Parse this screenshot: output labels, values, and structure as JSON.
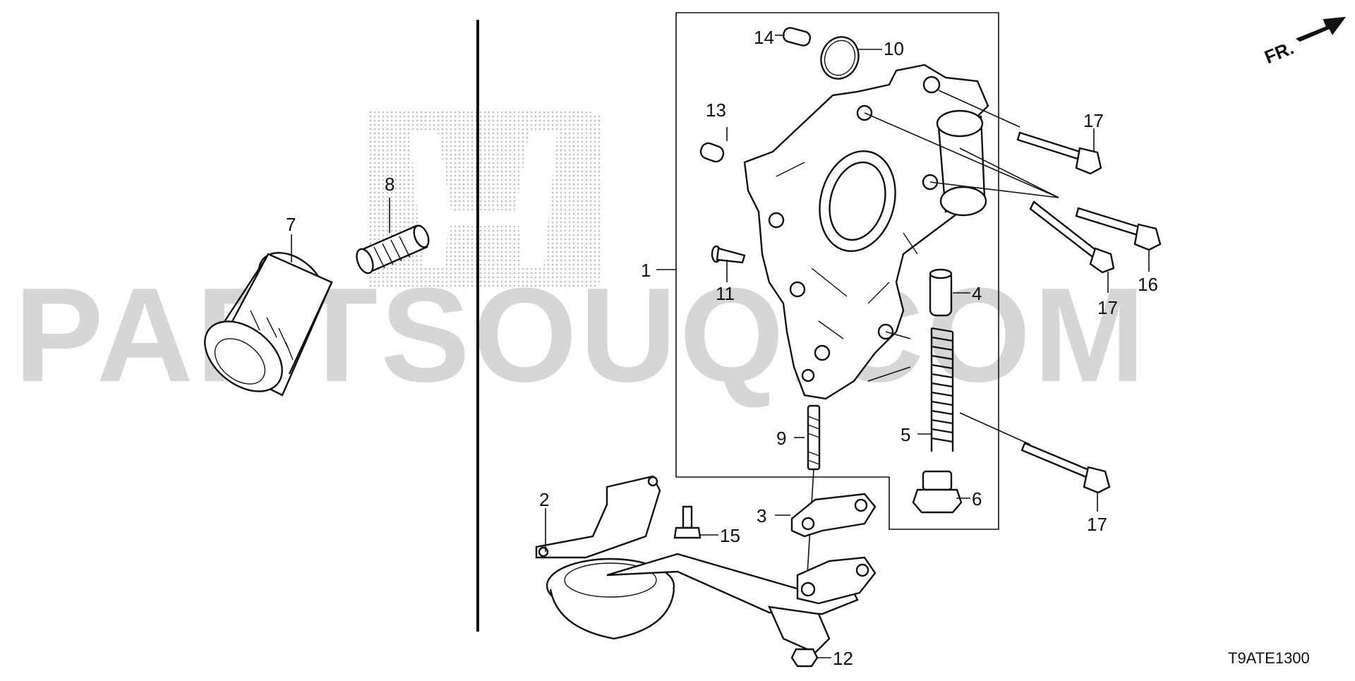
{
  "watermark": {
    "text": "PARTSOUQ.COM"
  },
  "direction_indicator": {
    "text": "FR."
  },
  "diagram_code": "T9ATE1300",
  "callouts": [
    {
      "id": "c1",
      "text": "1"
    },
    {
      "id": "c2",
      "text": "2"
    },
    {
      "id": "c3",
      "text": "3"
    },
    {
      "id": "c4",
      "text": "4"
    },
    {
      "id": "c5",
      "text": "5"
    },
    {
      "id": "c6",
      "text": "6"
    },
    {
      "id": "c7",
      "text": "7"
    },
    {
      "id": "c8",
      "text": "8"
    },
    {
      "id": "c9",
      "text": "9"
    },
    {
      "id": "c10",
      "text": "10"
    },
    {
      "id": "c11",
      "text": "11"
    },
    {
      "id": "c12",
      "text": "12"
    },
    {
      "id": "c13",
      "text": "13"
    },
    {
      "id": "c14",
      "text": "14"
    },
    {
      "id": "c15",
      "text": "15"
    },
    {
      "id": "c16",
      "text": "16"
    },
    {
      "id": "c17a",
      "text": "17"
    },
    {
      "id": "c17b",
      "text": "17"
    },
    {
      "id": "c17c",
      "text": "17"
    }
  ]
}
